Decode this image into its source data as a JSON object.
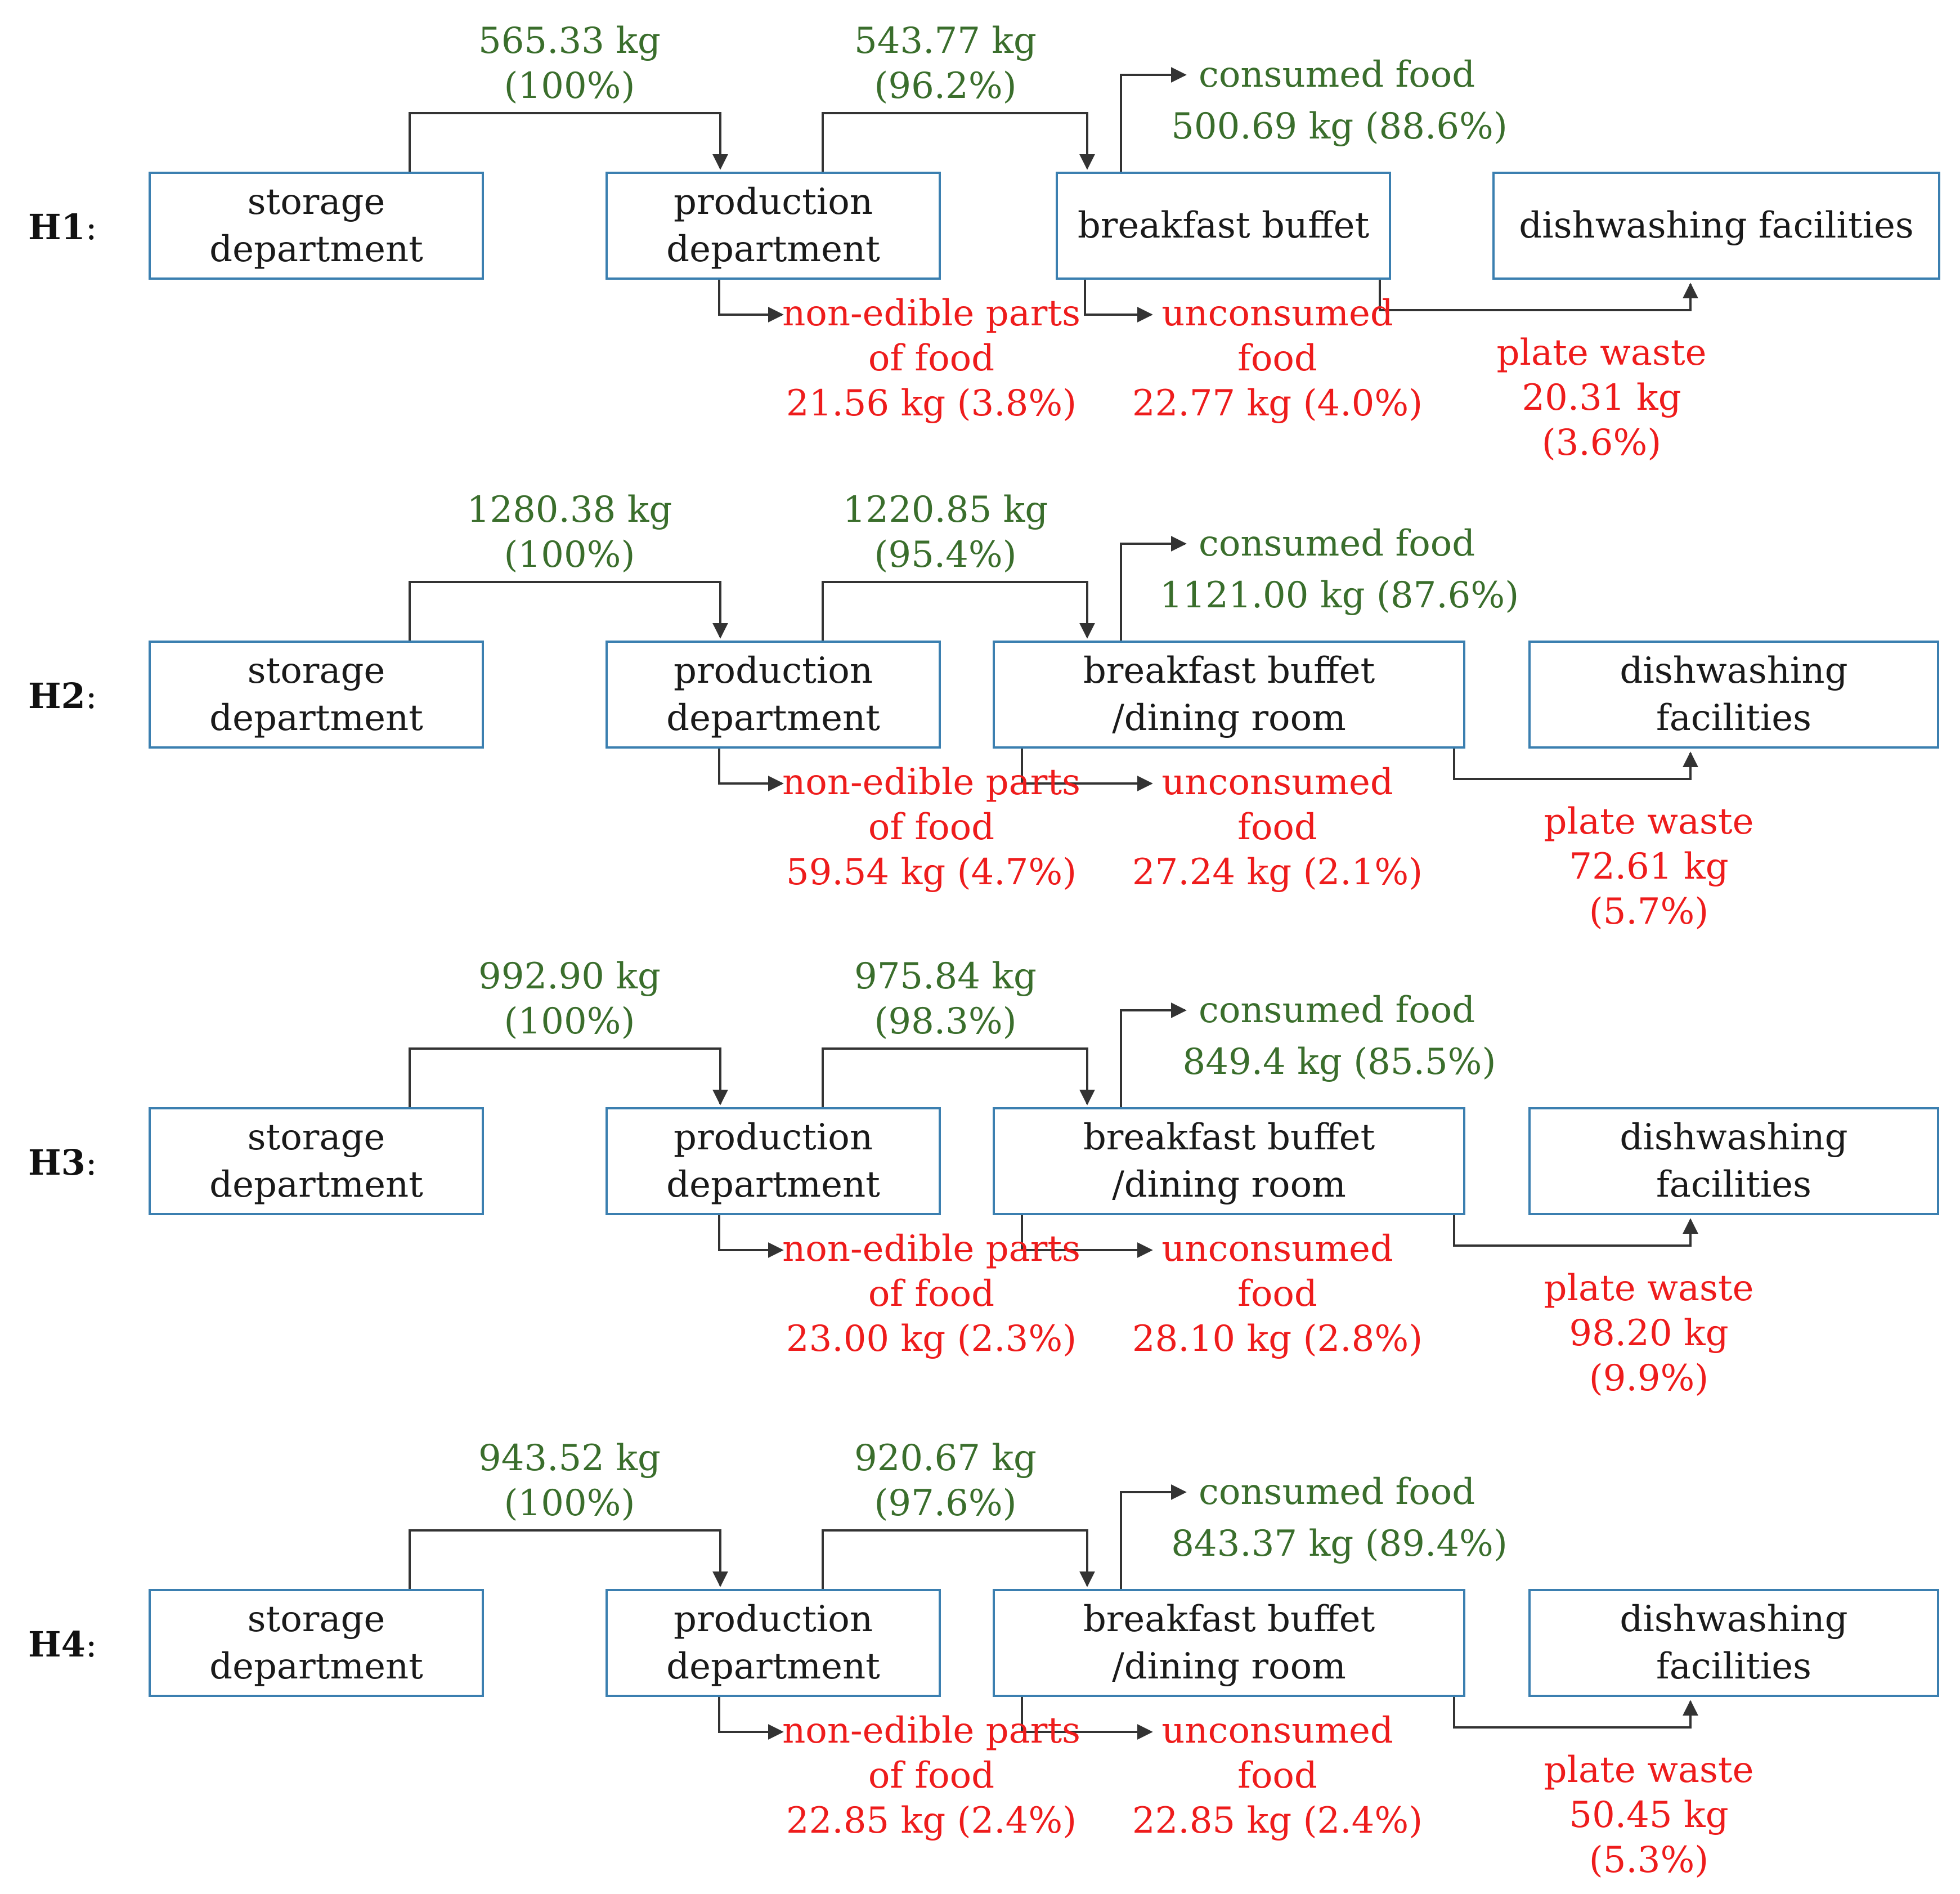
{
  "labels": {
    "storage": [
      "storage",
      "department"
    ],
    "production": [
      "production",
      "department"
    ],
    "buffet_h1": [
      "breakfast buffet"
    ],
    "buffet": [
      "breakfast buffet",
      "/dining room"
    ],
    "dish_h1": [
      "dishwashing facilities"
    ],
    "dish": [
      "dishwashing",
      "facilities"
    ],
    "consumed": "consumed food",
    "nonedible": [
      "non-edible parts",
      "of food"
    ],
    "unconsumed": [
      "unconsumed",
      "food"
    ],
    "plate": "plate waste"
  },
  "colors": {
    "box_border": "#3b7fb0",
    "green": "#3a6e2c",
    "red": "#ee1c1c",
    "arrow": "#333333"
  },
  "rows": [
    {
      "id": "H1",
      "storage_out": [
        "565.33 kg",
        "(100%)"
      ],
      "production_out": [
        "543.77 kg",
        "(96.2%)"
      ],
      "consumed": "500.69 kg (88.6%)",
      "nonedible": "21.56 kg (3.8%)",
      "unconsumed": "22.77 kg (4.0%)",
      "plate": [
        "20.31 kg",
        "(3.6%)"
      ]
    },
    {
      "id": "H2",
      "storage_out": [
        "1280.38 kg",
        "(100%)"
      ],
      "production_out": [
        "1220.85 kg",
        "(95.4%)"
      ],
      "consumed": "1121.00 kg (87.6%)",
      "nonedible": "59.54 kg (4.7%)",
      "unconsumed": "27.24 kg (2.1%)",
      "plate": [
        "72.61 kg",
        "(5.7%)"
      ]
    },
    {
      "id": "H3",
      "storage_out": [
        "992.90 kg",
        "(100%)"
      ],
      "production_out": [
        "975.84 kg",
        "(98.3%)"
      ],
      "consumed": "849.4 kg (85.5%)",
      "nonedible": "23.00 kg (2.3%)",
      "unconsumed": "28.10 kg (2.8%)",
      "plate": [
        "98.20 kg",
        "(9.9%)"
      ]
    },
    {
      "id": "H4",
      "storage_out": [
        "943.52 kg",
        "(100%)"
      ],
      "production_out": [
        "920.67 kg",
        "(97.6%)"
      ],
      "consumed": "843.37 kg (89.4%)",
      "nonedible": "22.85 kg (2.4%)",
      "unconsumed": "22.85 kg (2.4%)",
      "plate": [
        "50.45 kg",
        "(5.3%)"
      ]
    }
  ]
}
